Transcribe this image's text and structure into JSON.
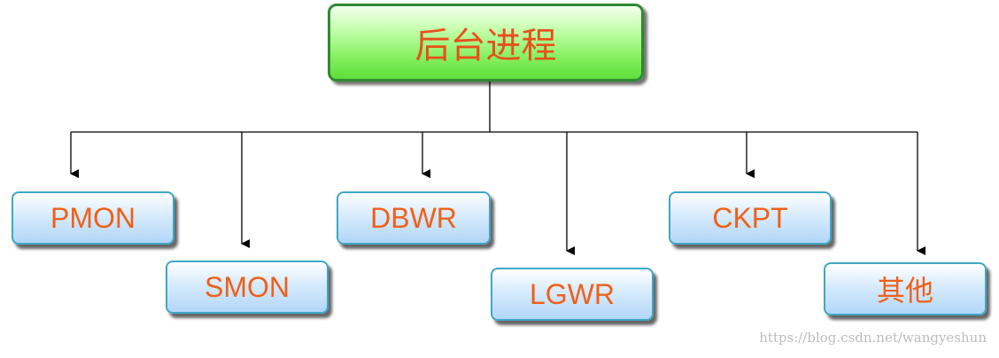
{
  "root": {
    "label": "后台进程"
  },
  "children": [
    {
      "label": "PMON"
    },
    {
      "label": "SMON"
    },
    {
      "label": "DBWR"
    },
    {
      "label": "LGWR"
    },
    {
      "label": "CKPT"
    },
    {
      "label": "其他"
    }
  ],
  "watermark": "https://blog.csdn.net/wangyeshun",
  "colors": {
    "root_fill": "#86f060",
    "root_border": "#2e8b2e",
    "child_fill": "#b2d6f8",
    "child_border": "#3fa7c5",
    "label_text": "#f06018",
    "connector": "#000000"
  }
}
